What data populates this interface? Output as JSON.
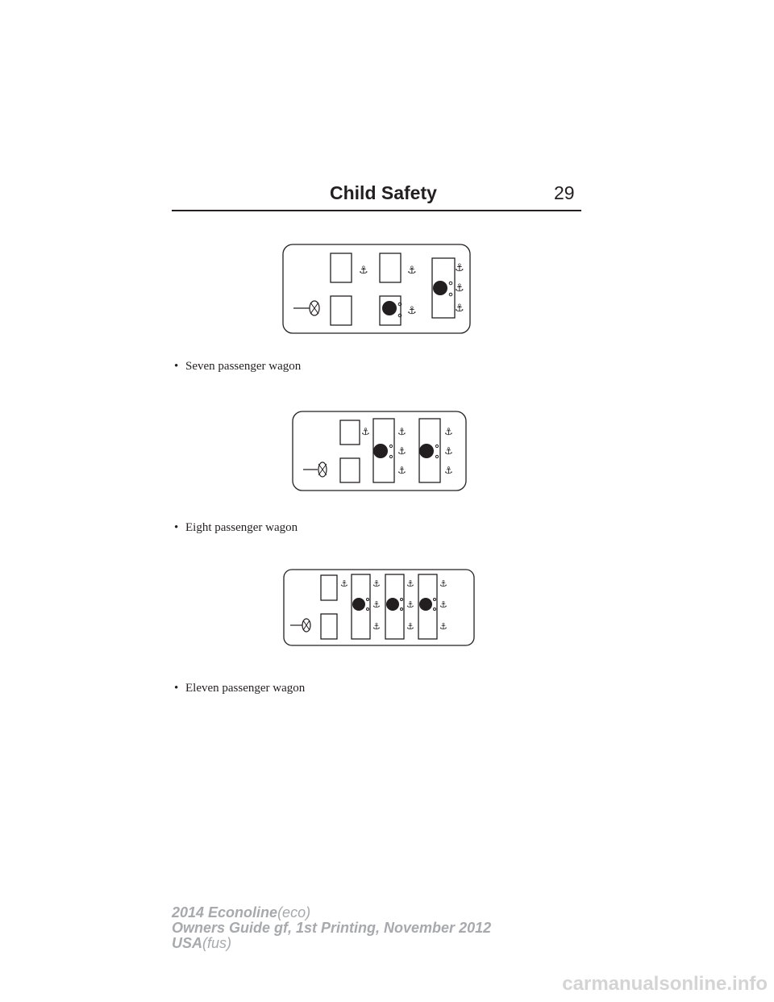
{
  "header": {
    "title": "Child Safety",
    "page_number": "29"
  },
  "bullets": [
    "Seven passenger wagon",
    "Eight passenger wagon",
    "Eleven passenger wagon"
  ],
  "icons": {
    "anchor": "anchor-icon",
    "child_seat": "child-seat-icon",
    "steering_wheel": "steering-wheel-icon"
  },
  "footer": {
    "line1_bold": "2014 Econoline",
    "line1_code": "(eco)",
    "line2": "Owners Guide gf, 1st Printing, November 2012",
    "line3_bold": "USA",
    "line3_code": "(fus)"
  },
  "watermark": "carmanualsonline.info"
}
